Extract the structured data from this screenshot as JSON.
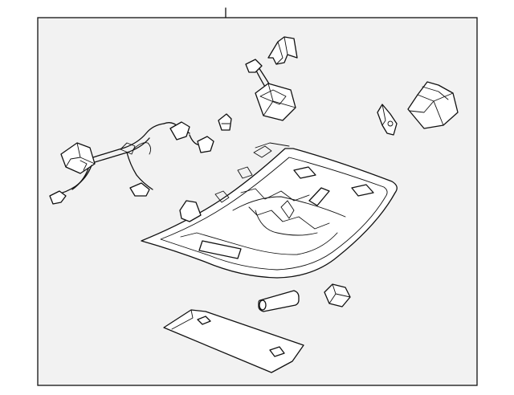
{
  "diagram": {
    "background": "#f2f2f2",
    "line_color": "#111111",
    "parts": [
      "overhead-console-housing",
      "wiring-harness",
      "clip",
      "mounting-bracket",
      "lamp-socket",
      "sensor-module",
      "retainer-clip",
      "storage-door",
      "bulb",
      "lens"
    ]
  }
}
